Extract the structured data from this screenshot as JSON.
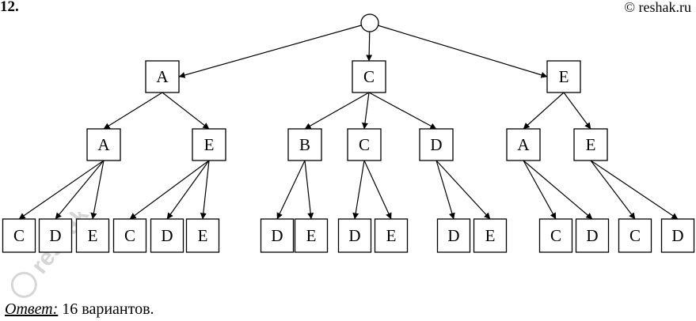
{
  "header": {
    "problem_number": "12.",
    "source_credit": "© reshak.ru"
  },
  "watermark": {
    "text": "reshak.ru"
  },
  "tree": {
    "root": {
      "label": ""
    },
    "level1": [
      {
        "id": "l1-A",
        "label": "A"
      },
      {
        "id": "l1-C",
        "label": "C"
      },
      {
        "id": "l1-E",
        "label": "E"
      }
    ],
    "level2": [
      {
        "id": "l2-AA",
        "label": "A",
        "parent": "l1-A"
      },
      {
        "id": "l2-AE",
        "label": "E",
        "parent": "l1-A"
      },
      {
        "id": "l2-CB",
        "label": "B",
        "parent": "l1-C"
      },
      {
        "id": "l2-CC",
        "label": "C",
        "parent": "l1-C"
      },
      {
        "id": "l2-CD",
        "label": "D",
        "parent": "l1-C"
      },
      {
        "id": "l2-EA",
        "label": "A",
        "parent": "l1-E"
      },
      {
        "id": "l2-EE",
        "label": "E",
        "parent": "l1-E"
      }
    ],
    "level3": [
      {
        "label": "C",
        "parent": "l2-AA"
      },
      {
        "label": "D",
        "parent": "l2-AA"
      },
      {
        "label": "E",
        "parent": "l2-AA"
      },
      {
        "label": "C",
        "parent": "l2-AE"
      },
      {
        "label": "D",
        "parent": "l2-AE"
      },
      {
        "label": "E",
        "parent": "l2-AE"
      },
      {
        "label": "D",
        "parent": "l2-CB"
      },
      {
        "label": "E",
        "parent": "l2-CB"
      },
      {
        "label": "D",
        "parent": "l2-CC"
      },
      {
        "label": "E",
        "parent": "l2-CC"
      },
      {
        "label": "D",
        "parent": "l2-CD"
      },
      {
        "label": "E",
        "parent": "l2-CD"
      },
      {
        "label": "C",
        "parent": "l2-EA"
      },
      {
        "label": "D",
        "parent": "l2-EA"
      },
      {
        "label": "C",
        "parent": "l2-EE"
      },
      {
        "label": "D",
        "parent": "l2-EE"
      }
    ]
  },
  "answer": {
    "label": "Ответ:",
    "text": " 16 вариантов."
  }
}
